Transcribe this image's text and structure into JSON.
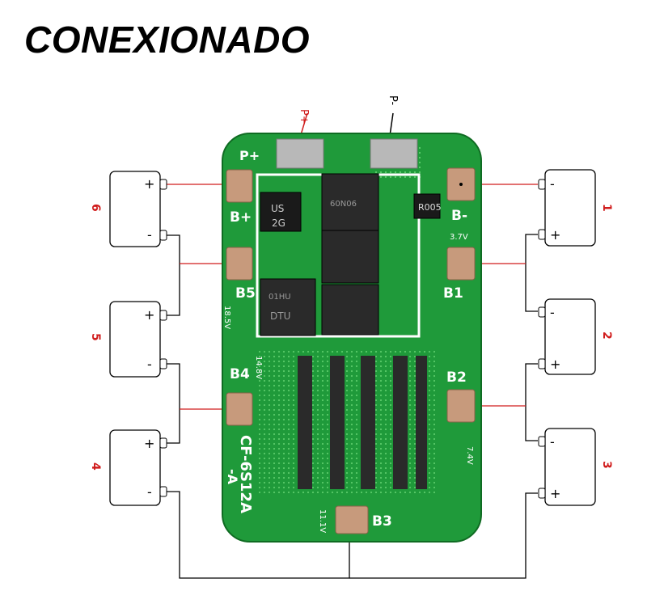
{
  "title": "CONEXIONADO",
  "top_leads": [
    "P+",
    "P-"
  ],
  "board": {
    "pad_labels": [
      "P+",
      "B+",
      "B-",
      "B5",
      "B4",
      "B1",
      "B2",
      "B3"
    ],
    "voltage_labels": [
      "18.5V",
      "14.8V",
      "3.7V",
      "7.4V",
      "11.1V"
    ],
    "model": "CF-6S12A",
    "model_suffix": "-A",
    "chip_marks": [
      "R005",
      "US",
      "2G",
      "DTU",
      "60N06",
      "01HU"
    ]
  },
  "cells": [
    {
      "number": "1",
      "top_sign": "-",
      "bottom_sign": "+"
    },
    {
      "number": "2",
      "top_sign": "-",
      "bottom_sign": "+"
    },
    {
      "number": "3",
      "top_sign": "-",
      "bottom_sign": "+"
    },
    {
      "number": "4",
      "top_sign": "+",
      "bottom_sign": "-"
    },
    {
      "number": "5",
      "top_sign": "+",
      "bottom_sign": "-"
    },
    {
      "number": "6",
      "top_sign": "+",
      "bottom_sign": "-"
    }
  ],
  "colors": {
    "board": "#1f9a3a",
    "board_dark": "#127a2a",
    "pad": "#c79a7c",
    "wire": "#000000",
    "tap_wire": "#d01c1c",
    "cell_number": "#d01c1c"
  }
}
